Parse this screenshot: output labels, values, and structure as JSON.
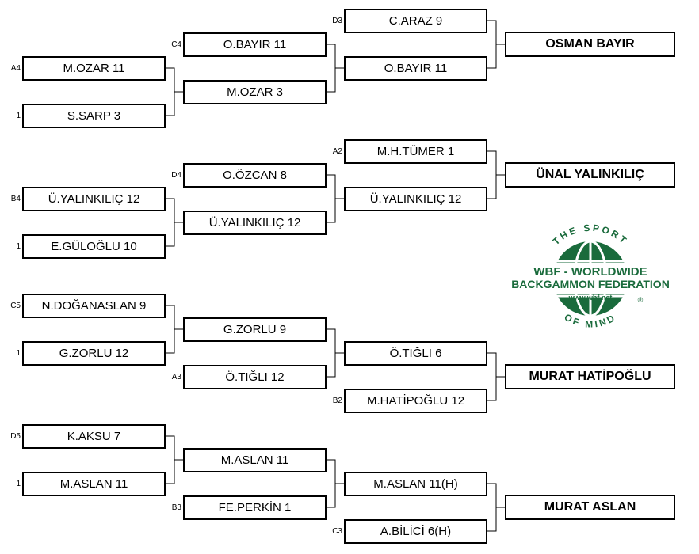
{
  "bracket": {
    "r1": [
      {
        "seed": "A4",
        "label": "M.OZAR  11"
      },
      {
        "seed": "1",
        "label": "S.SARP  3"
      },
      {
        "seed": "B4",
        "label": "Ü.YALINKILIÇ  12"
      },
      {
        "seed": "1",
        "label": "E.GÜLOĞLU  10"
      },
      {
        "seed": "C5",
        "label": "N.DOĞANASLAN  9"
      },
      {
        "seed": "1",
        "label": "G.ZORLU  12"
      },
      {
        "seed": "D5",
        "label": "K.AKSU  7"
      },
      {
        "seed": "1",
        "label": "M.ASLAN  11"
      }
    ],
    "r2": [
      {
        "seed": "C4",
        "label": "O.BAYIR  11"
      },
      {
        "seed": "",
        "label": "M.OZAR  3"
      },
      {
        "seed": "D4",
        "label": "O.ÖZCAN  8"
      },
      {
        "seed": "",
        "label": "Ü.YALINKILIÇ  12"
      },
      {
        "seed": "",
        "label": "G.ZORLU  9"
      },
      {
        "seed": "A3",
        "label": "Ö.TIĞLI  12"
      },
      {
        "seed": "",
        "label": "M.ASLAN  11"
      },
      {
        "seed": "B3",
        "label": "FE.PERKİN  1"
      }
    ],
    "r3": [
      {
        "seed": "D3",
        "label": "C.ARAZ  9"
      },
      {
        "seed": "",
        "label": "O.BAYIR  11"
      },
      {
        "seed": "A2",
        "label": "M.H.TÜMER   1"
      },
      {
        "seed": "",
        "label": "Ü.YALINKILIÇ  12"
      },
      {
        "seed": "",
        "label": "Ö.TIĞLI  6"
      },
      {
        "seed": "B2",
        "label": "M.HATİPOĞLU  12"
      },
      {
        "seed": "",
        "label": "M.ASLAN  11(H)"
      },
      {
        "seed": "C3",
        "label": "A.BİLİCİ  6(H)"
      }
    ],
    "winners": [
      "OSMAN BAYIR",
      "ÜNAL YALINKILIÇ",
      "MURAT HATİPOĞLU",
      "MURAT ASLAN"
    ]
  },
  "logo": {
    "top_arc": "THE SPORT",
    "bottom_arc": "OF MIND",
    "line1": "WBF - WORLDWIDE",
    "line2": "BACKGAMMON FEDERATION",
    "url": "www.wbf.net",
    "registered": "®",
    "color": "#1a6b3c"
  }
}
